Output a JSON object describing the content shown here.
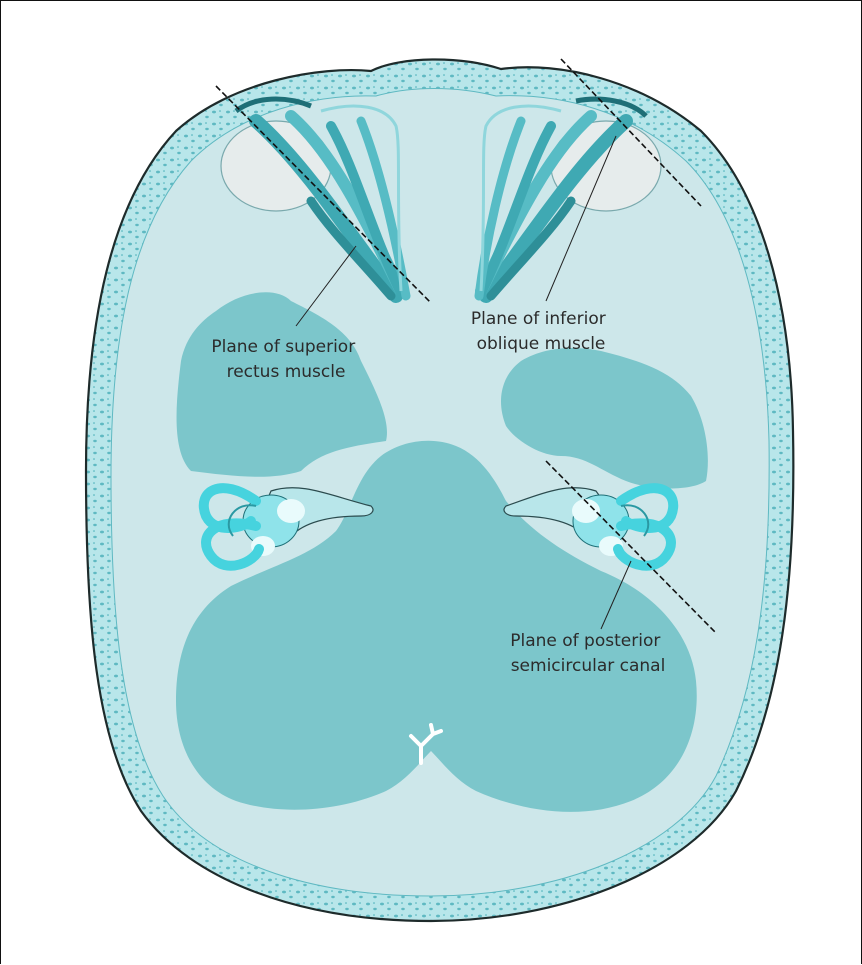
{
  "labels": {
    "superior_rectus": [
      "Plane of superior",
      "rectus muscle"
    ],
    "inferior_oblique": [
      "Plane of inferior",
      "oblique muscle"
    ],
    "posterior_canal": [
      "Plane of posterior",
      "semicircular canal"
    ]
  },
  "colors": {
    "skull_outline": "#1e2b2b",
    "bone": "#b8e6ea",
    "bone_dots": "#5fb9c2",
    "cavity": "#cde7ea",
    "brain_region": "#7cc6cb",
    "muscle": "#3fa9b3",
    "muscle_light": "#8fd6dc",
    "labyrinth": "#46d3de",
    "eyeball": "#e6ecec",
    "plane_line": "#111111"
  }
}
